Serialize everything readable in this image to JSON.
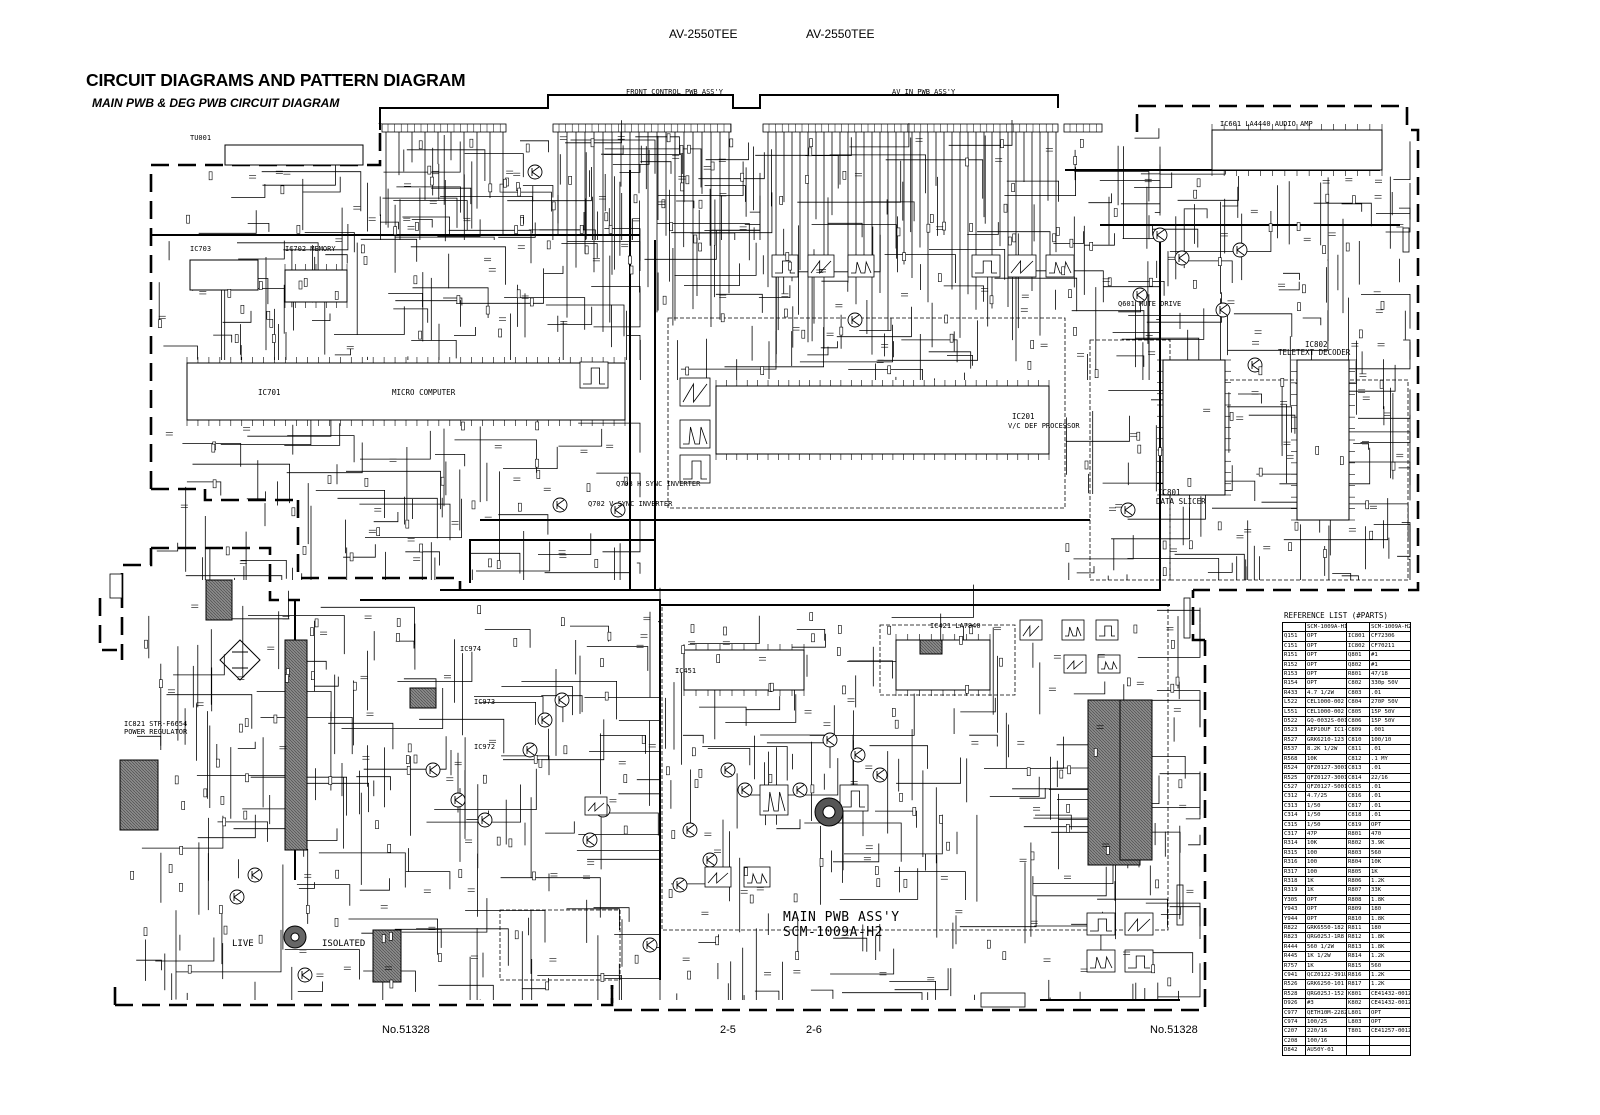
{
  "header": {
    "model_left": "AV-2550TEE",
    "model_right": "AV-2550TEE"
  },
  "title": "CIRCUIT DIAGRAMS AND PATTERN DIAGRAM",
  "subtitle": "MAIN PWB & DEG PWB CIRCUIT DIAGRAM",
  "footer": {
    "doc_left": "No.51328",
    "page_left": "2-5",
    "page_right": "2-6",
    "doc_right": "No.51328"
  },
  "blocks": {
    "micro_computer": "MICRO COMPUTER",
    "ic701": "IC701",
    "ic703": "IC703",
    "ic702": "IC702 MEMORY",
    "ic201": "IC201",
    "vc_processor": "V/C DEF PROCESSOR",
    "ic801": "IC801",
    "data_slicer": "DATA SLICER",
    "ic802": "IC802",
    "teletext_decoder": "TELETEXT DECODER",
    "ic601": "IC601 LA4440 AUDIO AMP",
    "ic821": "IC821 STR-F6654",
    "power_regulator": "POWER REGULATOR",
    "ic421": "IC421 LA7840",
    "ic451": "IC451",
    "ic974": "IC974",
    "ic973": "IC973",
    "ic972": "IC972",
    "tu001": "TU001",
    "front_control": "FRONT CONTROL PWB ASS'Y",
    "av_pwb": "AV IN PWB ASS'Y",
    "live": "LIVE",
    "isolated": "ISOLATED",
    "main_pwb_line1": "MAIN PWB ASS'Y",
    "main_pwb_line2": "SCM-1009A-H2",
    "q702": "Q702 V SYNC INVERTER",
    "q703": "Q703 H SYNC INVERTER",
    "q601": "Q601 MUTE DRIVE",
    "ref_table_title": "REFERENCE LIST (#PARTS)"
  },
  "ref_table": {
    "rows": [
      [
        "",
        "SCM-1009A-H1",
        "",
        "SCM-1009A-H2"
      ],
      [
        "Q151",
        "OPT",
        "IC801",
        "CF72306"
      ],
      [
        "C151",
        "OPT",
        "IC802",
        "CF70211"
      ],
      [
        "R151",
        "OPT",
        "Q801",
        "#1"
      ],
      [
        "R152",
        "OPT",
        "Q802",
        "#1"
      ],
      [
        "R153",
        "OPT",
        "R801",
        "47/18"
      ],
      [
        "R154",
        "OPT",
        "C802",
        "330p 50V"
      ],
      [
        "R433",
        "4.7 1/2W",
        "C803",
        ".01"
      ],
      [
        "L522",
        "CEL1000-002",
        "C804",
        "270P 50V"
      ],
      [
        "L551",
        "CEL1000-002",
        "C805",
        "15P 50V"
      ],
      [
        "D522",
        "GQ-0032S-001",
        "C806",
        "15P 50V"
      ],
      [
        "D523",
        "AEP10UF IC1-T3",
        "C809",
        ".001"
      ],
      [
        "R527",
        "GRK6210-123",
        "C810",
        "100/10"
      ],
      [
        "R537",
        "8.2K 1/2W",
        "C811",
        ".01"
      ],
      [
        "R568",
        "10K",
        "C812",
        ".1 MY"
      ],
      [
        "R524",
        "QFZ0127-3001",
        "C813",
        ".01"
      ],
      [
        "R525",
        "QFZ0127-3001",
        "C814",
        "22/16"
      ],
      [
        "C527",
        "QFZ0127-5001",
        "C815",
        ".01"
      ],
      [
        "C312",
        "4.7/25",
        "C816",
        ".01"
      ],
      [
        "C313",
        "1/50",
        "C817",
        ".01"
      ],
      [
        "C314",
        "1/50",
        "C818",
        ".01"
      ],
      [
        "C315",
        "1/50",
        "C819",
        "OPT"
      ],
      [
        "C317",
        "47P",
        "R801",
        "470"
      ],
      [
        "R314",
        "10K",
        "R802",
        "3.9K"
      ],
      [
        "R315",
        "100",
        "R803",
        "560"
      ],
      [
        "R316",
        "100",
        "R804",
        "10K"
      ],
      [
        "R317",
        "100",
        "R805",
        "1K"
      ],
      [
        "R318",
        "1K",
        "R806",
        "1.2K"
      ],
      [
        "R319",
        "1K",
        "R807",
        "33K"
      ],
      [
        "Y305",
        "OPT",
        "R808",
        "1.8K"
      ],
      [
        "Y943",
        "OPT",
        "R809",
        "180"
      ],
      [
        "Y944",
        "OPT",
        "R810",
        "1.8K"
      ],
      [
        "R822",
        "GRK6550-182",
        "R811",
        "180"
      ],
      [
        "R823",
        "QRG025J-1R8",
        "R812",
        "1.8K"
      ],
      [
        "R444",
        "560 1/2W",
        "R813",
        "1.8K"
      ],
      [
        "R445",
        "1K 1/2W",
        "R814",
        "1.2K"
      ],
      [
        "R757",
        "1K",
        "R815",
        "560"
      ],
      [
        "C941",
        "QCZ0122-391U",
        "R816",
        "1.2K"
      ],
      [
        "R526",
        "GRK6250-101",
        "R817",
        "1.2K"
      ],
      [
        "R528",
        "QRG025J-152",
        "K801",
        "CE41432-001Z"
      ],
      [
        "D926",
        "#3",
        "K802",
        "CE41432-001Z"
      ],
      [
        "C977",
        "QETH10M-228Z",
        "L801",
        "OPT"
      ],
      [
        "C974",
        "100/25",
        "L803",
        "OPT"
      ],
      [
        "C207",
        "220/16",
        "T801",
        "CE41257-001Z"
      ],
      [
        "C208",
        "100/16",
        "",
        ""
      ],
      [
        "D842",
        "AU50Y-01",
        "",
        ""
      ]
    ]
  }
}
